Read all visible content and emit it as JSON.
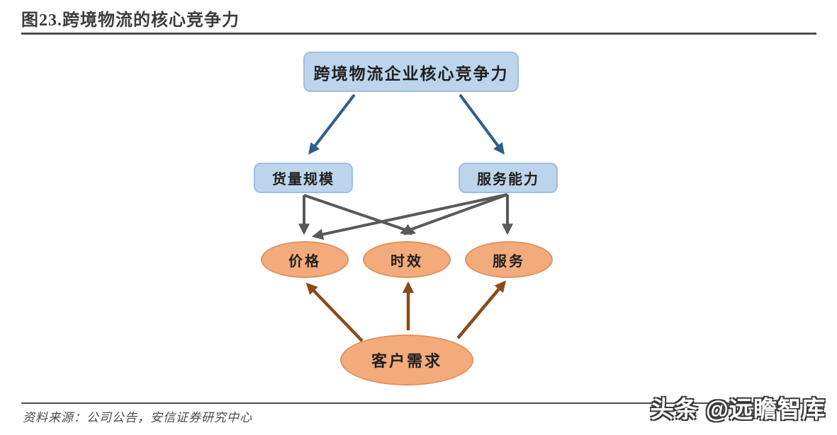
{
  "title": "图23.跨境物流的核心竞争力",
  "diagram": {
    "root": {
      "label": "跨境物流企业核心竞争力"
    },
    "drivers": [
      {
        "label": "货量规模"
      },
      {
        "label": "服务能力"
      }
    ],
    "factors": [
      {
        "label": "价格"
      },
      {
        "label": "时效"
      },
      {
        "label": "服务"
      }
    ],
    "demand": {
      "label": "客户需求"
    }
  },
  "footer": {
    "source": "资料来源：公司公告，安信证券研究中心"
  },
  "watermark": "头条 @远瞻智库",
  "colors": {
    "box_fill": "#bdd5ec",
    "box_border": "#9dbedf",
    "ellipse_fill": "#f3ab7c",
    "ellipse_border": "#e2925d",
    "arrow_blue": "#2e5f8c",
    "arrow_gray": "#595959",
    "arrow_brown": "#8c4a18"
  }
}
